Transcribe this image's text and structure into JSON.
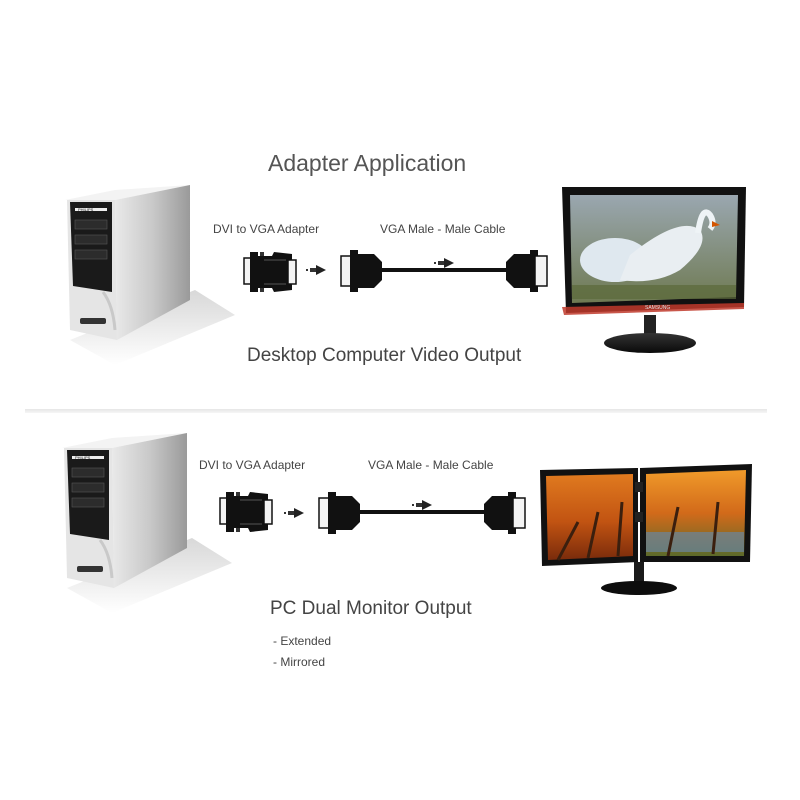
{
  "title": "Adapter Application",
  "sections": [
    {
      "computer_brand": "PHILIPS",
      "adapter_label": "DVI to VGA Adapter",
      "cable_label": "VGA Male - Male Cable",
      "monitor_brand": "SAMSUNG",
      "caption": "Desktop Computer Video Output"
    },
    {
      "computer_brand": "PHILIPS",
      "adapter_label": "DVI to VGA Adapter",
      "cable_label": "VGA Male - Male Cable",
      "caption": "PC Dual Monitor Output",
      "modes": [
        "- Extended",
        "- Mirrored"
      ]
    }
  ]
}
